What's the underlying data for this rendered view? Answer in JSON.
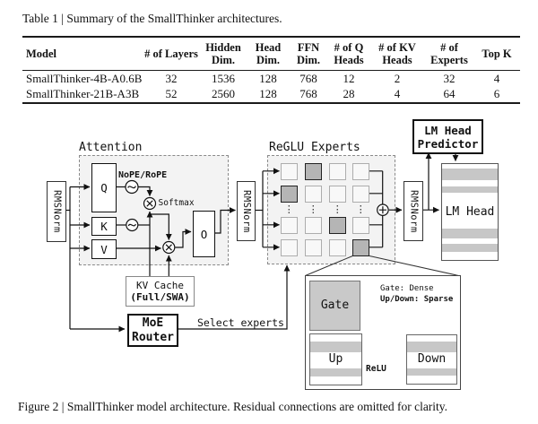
{
  "table": {
    "title": "Table 1 | Summary of the SmallThinker architectures.",
    "headers": [
      "Model",
      "# of Layers",
      "Hidden Dim.",
      "Head Dim.",
      "FFN Dim.",
      "# of Q Heads",
      "# of KV Heads",
      "# of Experts",
      "Top K"
    ],
    "rows": [
      [
        "SmallThinker-4B-A0.6B",
        "32",
        "1536",
        "128",
        "768",
        "12",
        "2",
        "32",
        "4"
      ],
      [
        "SmallThinker-21B-A3B",
        "52",
        "2560",
        "128",
        "768",
        "28",
        "4",
        "64",
        "6"
      ]
    ]
  },
  "diagram": {
    "rmsnorm": "RMSNorm",
    "attention": {
      "label": "Attention",
      "q": "Q",
      "k": "K",
      "v": "V",
      "o": "O",
      "nope_rope": "NoPE/RoPE",
      "softmax": "Softmax"
    },
    "kv_cache": {
      "line1": "KV Cache",
      "line2": "(Full/SWA)"
    },
    "moe_router": {
      "line1": "MoE",
      "line2": "Router"
    },
    "select_experts": "Select experts",
    "experts": {
      "label": "ReGLU Experts",
      "dots": "⋮"
    },
    "lm_head_predictor": {
      "line1": "LM Head",
      "line2": "Predictor"
    },
    "lm_head": "LM Head",
    "expert_detail": {
      "gate": "Gate",
      "up": "Up",
      "down": "Down",
      "relu": "ReLU",
      "note1": "Gate: Dense",
      "note2": "Up/Down: Sparse"
    }
  },
  "caption": "Figure 2 | SmallThinker model architecture. Residual connections are omitted for clarity.",
  "colors": {
    "line": "#111111",
    "panel_bg": "#f3f3f3",
    "selected_expert": "#b5b5b5",
    "gate_fill": "#c9c9c9",
    "stripe": "#c7c7c7"
  }
}
